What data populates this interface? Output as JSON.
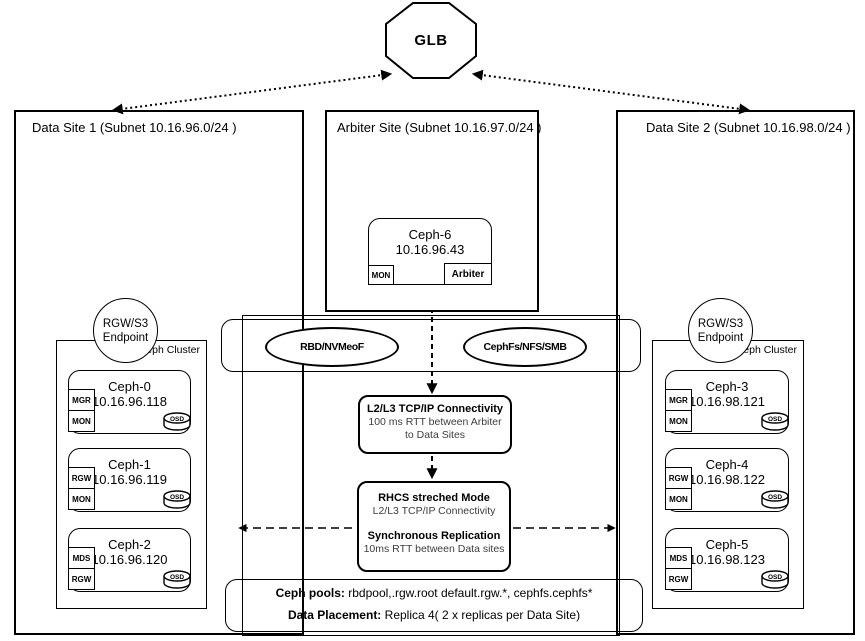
{
  "colors": {
    "line": "#000000",
    "background": "#ffffff",
    "muted_text": "#3d3d3d"
  },
  "glb": {
    "label": "GLB"
  },
  "site1": {
    "title": "Data Site 1 (Subnet 10.16.96.0/24 )"
  },
  "arbiter_site": {
    "title": "Arbiter Site (Subnet 10.16.97.0/24 )"
  },
  "site2": {
    "title": "Data Site 2 (Subnet 10.16.98.0/24 )"
  },
  "endpoint_left": {
    "line1": "RGW/S3",
    "line2": "Endpoint"
  },
  "endpoint_right": {
    "line1": "RGW/S3",
    "line2": "Endpoint"
  },
  "osd_label": "OSD",
  "cluster_left": {
    "label": "Ceph Cluster",
    "nodes": [
      {
        "name": "Ceph-0",
        "ip": "10.16.96.118",
        "badges": [
          "MGR",
          "MON"
        ]
      },
      {
        "name": "Ceph-1",
        "ip": "10.16.96.119",
        "badges": [
          "RGW",
          "MON"
        ]
      },
      {
        "name": "Ceph-2",
        "ip": "10.16.96.120",
        "badges": [
          "MDS",
          "RGW"
        ]
      }
    ]
  },
  "cluster_right": {
    "label": "Ceph Cluster",
    "nodes": [
      {
        "name": "Ceph-3",
        "ip": "10.16.98.121",
        "badges": [
          "MGR",
          "MON"
        ]
      },
      {
        "name": "Ceph-4",
        "ip": "10.16.98.122",
        "badges": [
          "RGW",
          "MON"
        ]
      },
      {
        "name": "Ceph-5",
        "ip": "10.16.98.123",
        "badges": [
          "MDS",
          "RGW"
        ]
      }
    ]
  },
  "arbiter_node": {
    "name": "Ceph-6",
    "ip": "10.16.96.43",
    "badge": "MON",
    "role": "Arbiter"
  },
  "services": {
    "block": "RBD/NVMeoF",
    "file": "CephFs/NFS/SMB"
  },
  "arbiter_link": {
    "title": "L2/L3 TCP/IP Connectivity",
    "desc": "100 ms RTT between Arbiter to Data Sites"
  },
  "stretch_mode": {
    "title": "RHCS streched Mode",
    "subtitle": "L2/L3 TCP/IP Connectivity",
    "title2": "Synchronous Replication",
    "subtitle2": "10ms RTT between Data sites"
  },
  "footer": {
    "pools_label": "Ceph pools:",
    "pools_value": " rbdpool,.rgw.root default.rgw.*, cephfs.cephfs*",
    "placement_label": "Data Placement:",
    "placement_value": " Replica 4( 2 x replicas per Data Site)"
  }
}
